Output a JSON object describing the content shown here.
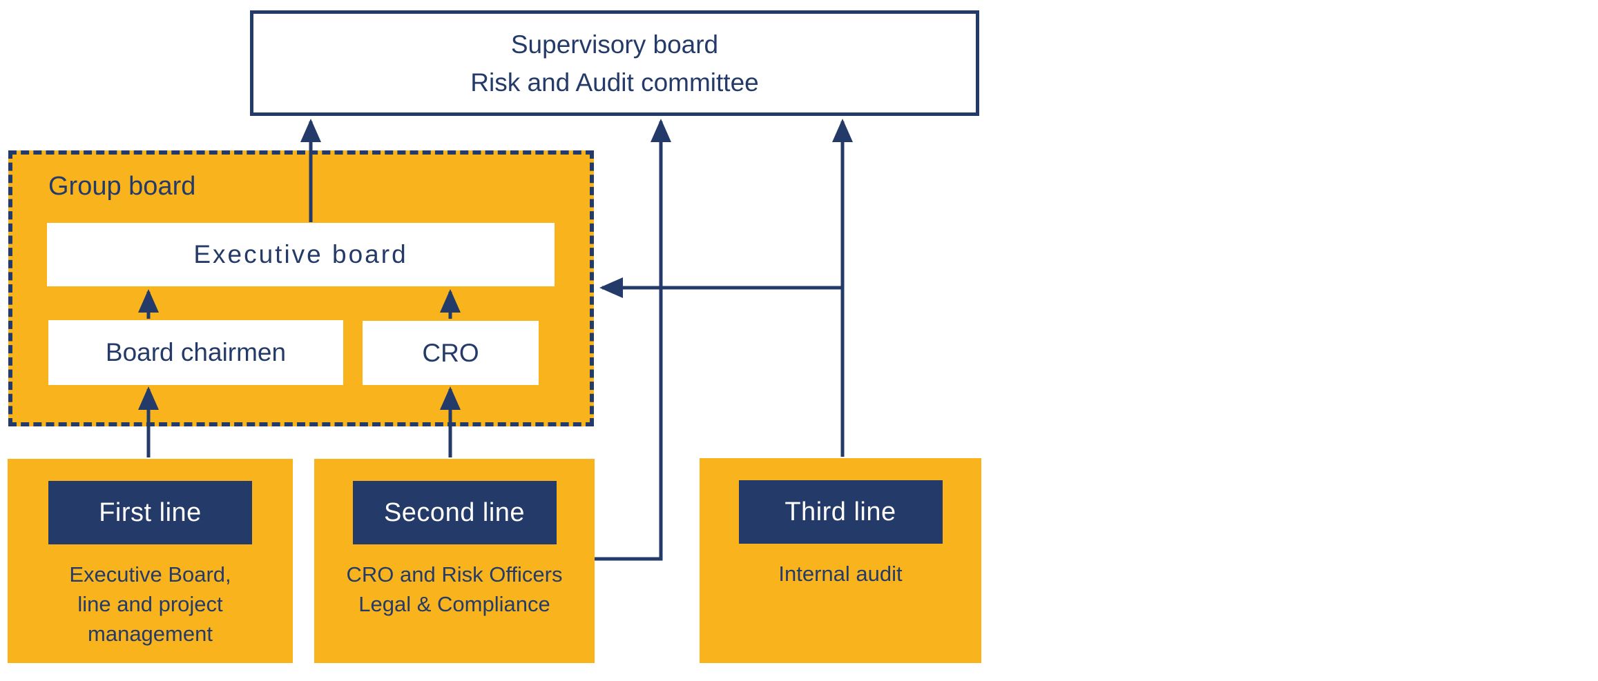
{
  "colors": {
    "yellow": "#F9B41D",
    "navy": "#243A68",
    "box_white": "#FFFFFF"
  },
  "supervisory_board": {
    "line1": "Supervisory board",
    "line2": "Risk and Audit committee"
  },
  "group_board": {
    "label": "Group board",
    "executive_board_label": "Executive board",
    "board_chairmen_label": "Board chairmen",
    "cro_label": "CRO"
  },
  "defense_lines": [
    {
      "title": "First line",
      "description": "Executive Board,\nline and project\nmanagement"
    },
    {
      "title": "Second line",
      "description": "CRO and Risk Officers\nLegal & Compliance"
    },
    {
      "title": "Third line",
      "description": "Internal audit"
    }
  ]
}
